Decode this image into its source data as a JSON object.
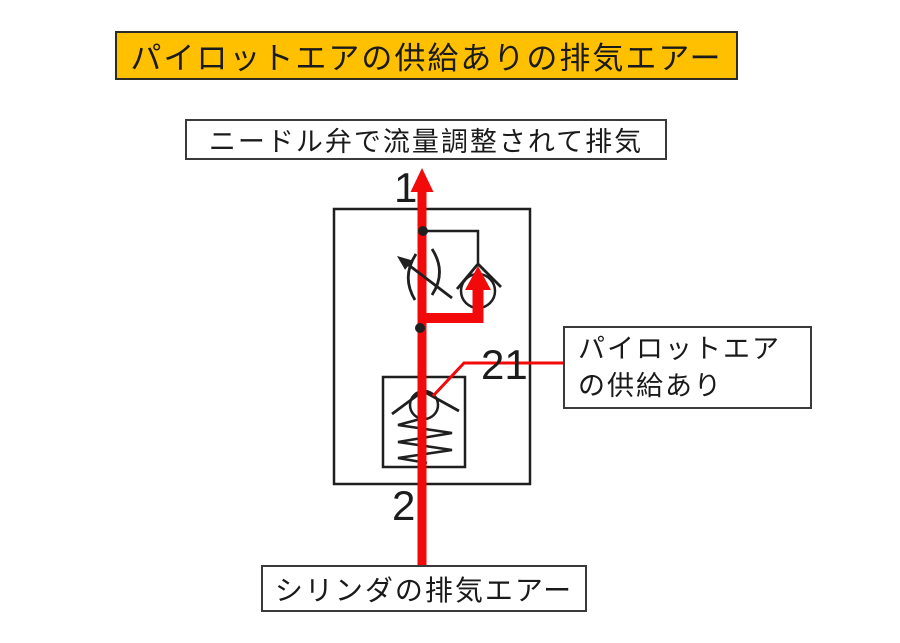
{
  "title_banner": {
    "label": "パイロットエアの供給ありの排気エアー",
    "bg_color": "#FFC000"
  },
  "annotations": {
    "needle_note": "ニードル弁で流量調整されて排気",
    "pilot_callout": {
      "line1": "パイロットエア",
      "line2": "の供給あり"
    },
    "cylinder_note": "シリンダの排気エアー"
  },
  "ports": {
    "port1": "1",
    "port2": "2",
    "pilot_port": "21"
  },
  "colors": {
    "banner_gold": "#FFC000",
    "flow_red": "#F20A0A",
    "line_black": "#1F1F1F"
  }
}
